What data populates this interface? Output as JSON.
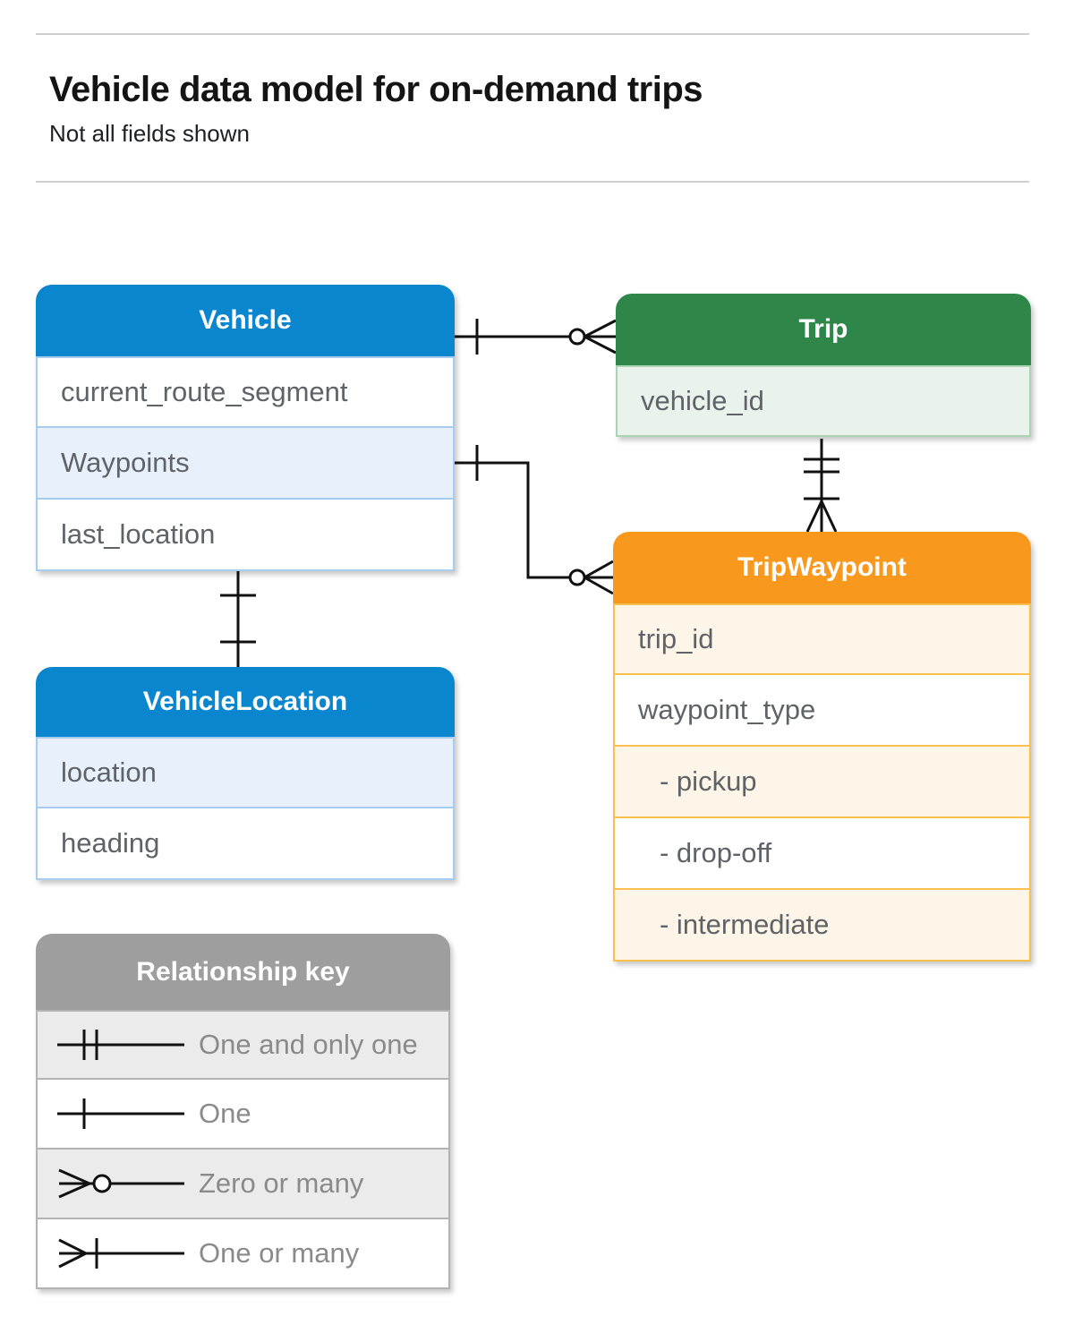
{
  "header": {
    "title": "Vehicle data model for on-demand trips",
    "subtitle": "Not all fields shown"
  },
  "colors": {
    "vehicle_blue": "#0a86cf",
    "trip_green": "#2e8649",
    "waypoint_orange": "#f8981c",
    "legend_gray": "#9e9e9e",
    "row_text": "#5f6368"
  },
  "entities": [
    {
      "id": "vehicle",
      "title": "Vehicle",
      "fields": [
        {
          "label": "current_route_segment"
        },
        {
          "label": "Waypoints"
        },
        {
          "label": "last_location"
        }
      ]
    },
    {
      "id": "trip",
      "title": "Trip",
      "fields": [
        {
          "label": "vehicle_id"
        }
      ]
    },
    {
      "id": "trip-waypoint",
      "title": "TripWaypoint",
      "fields": [
        {
          "label": "trip_id"
        },
        {
          "label": "waypoint_type"
        },
        {
          "label": "- pickup"
        },
        {
          "label": "- drop-off"
        },
        {
          "label": "- intermediate"
        }
      ]
    },
    {
      "id": "vehicle-location",
      "title": "VehicleLocation",
      "fields": [
        {
          "label": "location"
        },
        {
          "label": "heading"
        }
      ]
    }
  ],
  "legend": {
    "title": "Relationship key",
    "items": [
      {
        "symbol": "one-and-only-one",
        "label": "One and only one"
      },
      {
        "symbol": "one",
        "label": "One"
      },
      {
        "symbol": "zero-or-many",
        "label": "Zero or many"
      },
      {
        "symbol": "one-or-many",
        "label": "One or many"
      }
    ]
  },
  "connectors": [
    {
      "from": "Vehicle",
      "to": "Trip",
      "from_end": "one",
      "to_end": "zero-or-many"
    },
    {
      "from": "Vehicle.Waypoints",
      "to": "TripWaypoint",
      "from_end": "one",
      "to_end": "zero-or-many"
    },
    {
      "from": "Trip",
      "to": "TripWaypoint",
      "from_end": "one-and-only-one",
      "to_end": "one-or-many"
    },
    {
      "from": "Vehicle",
      "to": "VehicleLocation",
      "from_end": "one",
      "to_end": "one"
    }
  ]
}
